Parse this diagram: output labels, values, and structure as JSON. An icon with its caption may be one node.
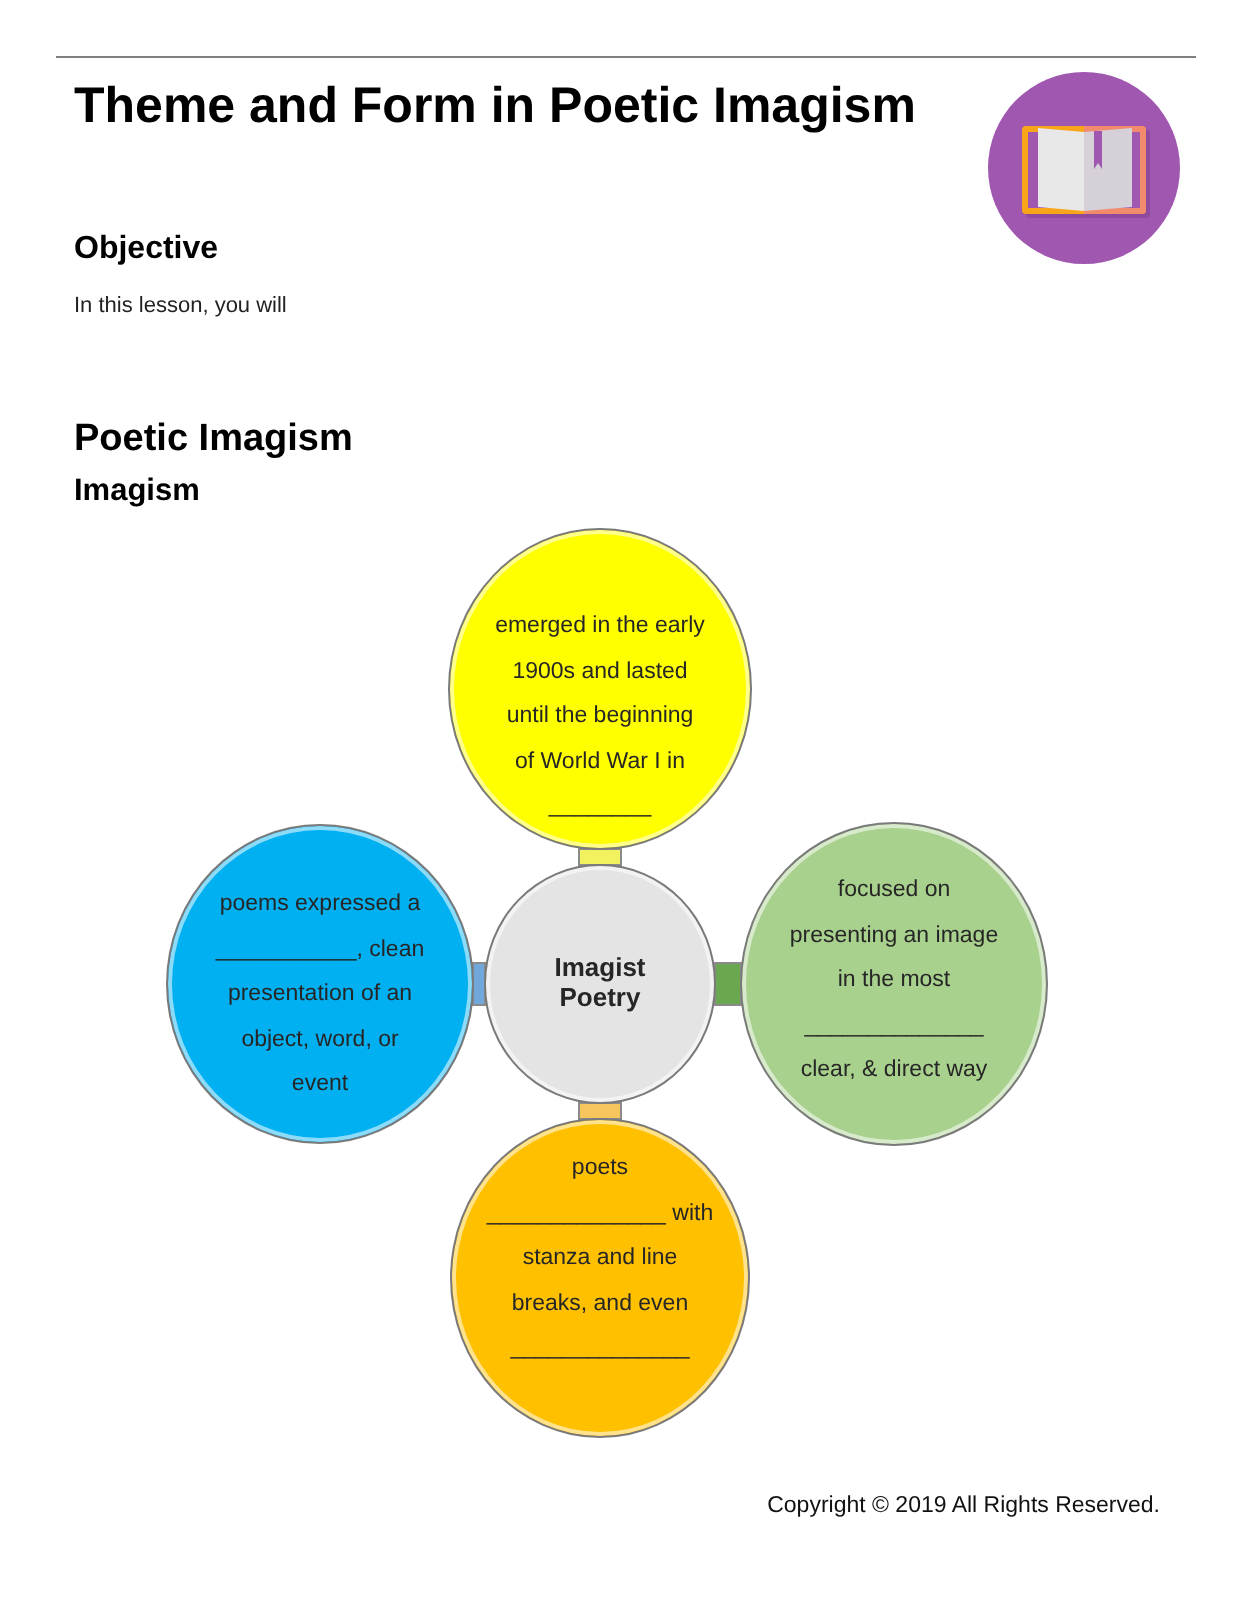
{
  "diagram": {
    "title": "Theme and Form in Poetic Imagism",
    "nodes": [
      {
        "text": [
          "emerged in the early 1900s and lasted until the beginning of World War I in ________"
        ]
      },
      {
        "text": [
          "poems expressed a ___________, clean presentation of an object, word, or event"
        ]
      },
      {
        "text": [
          "Imagist Poetry"
        ]
      },
      {
        "text": [
          "focused on presenting an image in the most ______________ clear, & direct way"
        ]
      },
      {
        "text": [
          "poets ______________ with stanza and line breaks, and even ______________"
        ]
      }
    ],
    "edges": [
      {
        "from": 2,
        "to": 0,
        "arrow": "none",
        "color": "#f2f25e"
      },
      {
        "from": 2,
        "to": 1,
        "arrow": "none",
        "color": "#6fa8dc"
      },
      {
        "from": 2,
        "to": 3,
        "arrow": "none",
        "color": "#6aa84f"
      },
      {
        "from": 2,
        "to": 4,
        "arrow": "none",
        "color": "#f6c65b"
      }
    ],
    "labels": [
      "Objective",
      "In this lesson, you will",
      "Poetic Imagism",
      "Imagism",
      "Copyright © 2019 All Rights Reserved."
    ]
  }
}
